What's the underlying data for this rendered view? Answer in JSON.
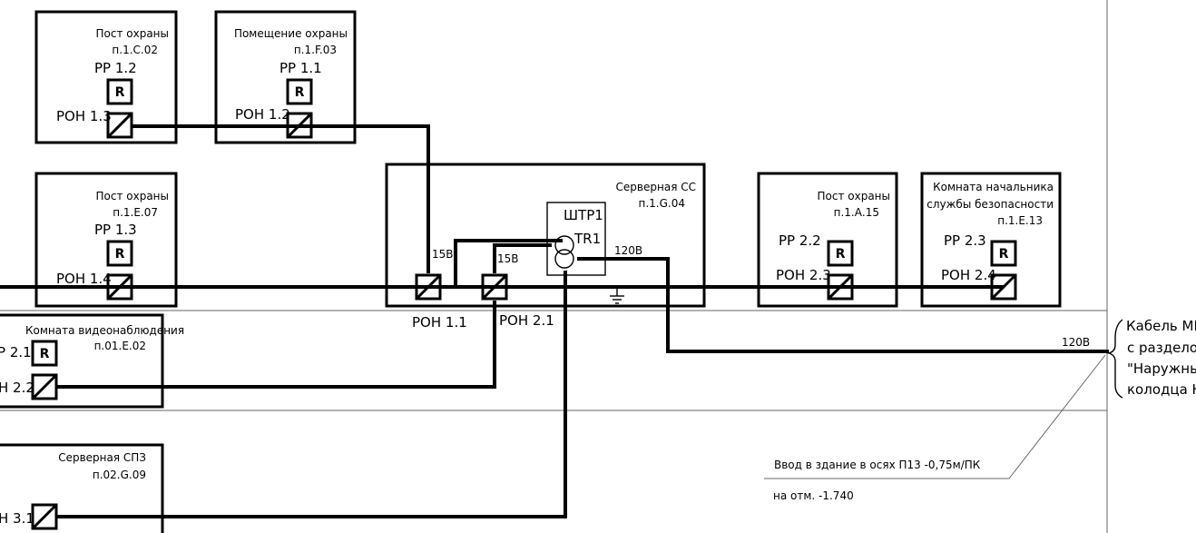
{
  "rooms": {
    "post_c02": {
      "name": "Пост охраны",
      "code": "п.1.С.02",
      "rr": "РР 1.2",
      "ron": "РОН 1.3"
    },
    "room_f03": {
      "name": "Помещение охраны",
      "code": "п.1.F.03",
      "rr": "РР 1.1",
      "ron": "РОН 1.2"
    },
    "post_e07": {
      "name": "Пост охраны",
      "code": "п.1.Е.07",
      "rr": "РР 1.3",
      "ron": "РОН 1.4"
    },
    "server_cc": {
      "name": "Серверная СС",
      "code": "п.1.G.04",
      "ron_left": "РОН 1.1",
      "ron_right": "РОН 2.1",
      "voltage_left": "15В",
      "voltage_right": "15В",
      "voltage_out": "120В"
    },
    "post_a15": {
      "name": "Пост охраны",
      "code": "п.1.А.15",
      "rr": "РР 2.2",
      "ron": "РОН 2.3"
    },
    "chief_room": {
      "name_line1": "Комната начальника",
      "name_line2": "службы безопасности",
      "code": "п.1.Е.13",
      "rr": "РР 2.3",
      "ron": "РОН 2.4"
    },
    "video_room": {
      "name": "Комната видеонаблюдения",
      "code": "п.01.Е.02",
      "rr": "Р 2.1",
      "ron": "Н 2.2"
    },
    "server_spz": {
      "name": "Серверная СПЗ",
      "code": "п.02.G.09",
      "ron": "Н 3.1"
    }
  },
  "cabinet": {
    "label": "ШТР1",
    "transformer": "TR1"
  },
  "r_symbol": "R",
  "cable": {
    "voltage": "120В",
    "note_line1": "Кабель МРМ",
    "note_line2": "с разделом",
    "note_line3": "\"Наружные",
    "note_line4": "колодца Нк"
  },
  "entry": {
    "line1": "Ввод в здание в осях П13 -0,75м/ПК",
    "line2": "на отм. -1.740"
  }
}
